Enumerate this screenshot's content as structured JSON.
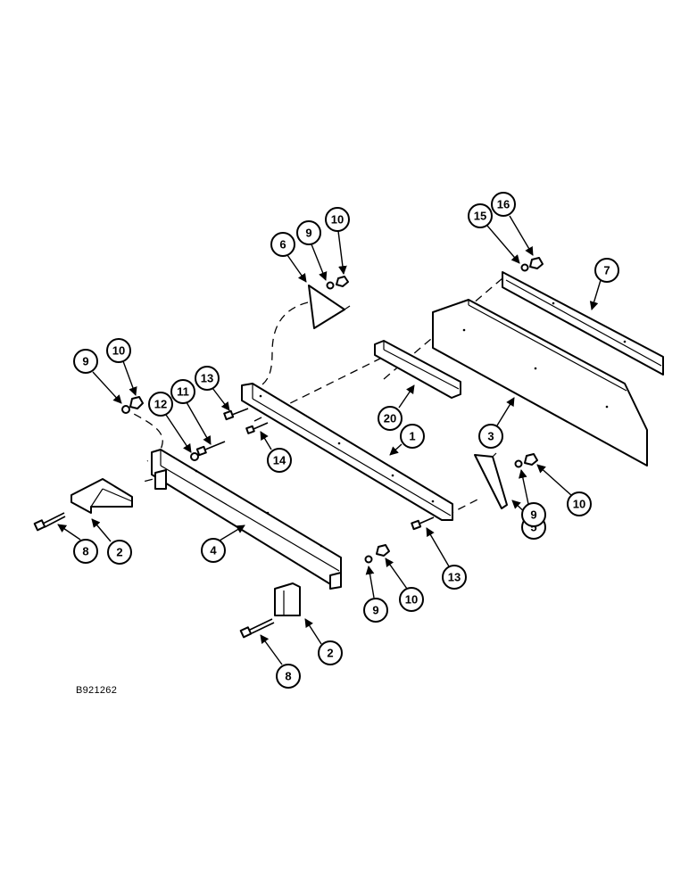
{
  "figure_code": "B921262",
  "callouts": [
    "1",
    "2",
    "2",
    "3",
    "4",
    "5",
    "6",
    "7",
    "8",
    "8",
    "9",
    "9",
    "9",
    "9",
    "10",
    "10",
    "10",
    "10",
    "11",
    "12",
    "13",
    "13",
    "14",
    "15",
    "16",
    "20"
  ]
}
